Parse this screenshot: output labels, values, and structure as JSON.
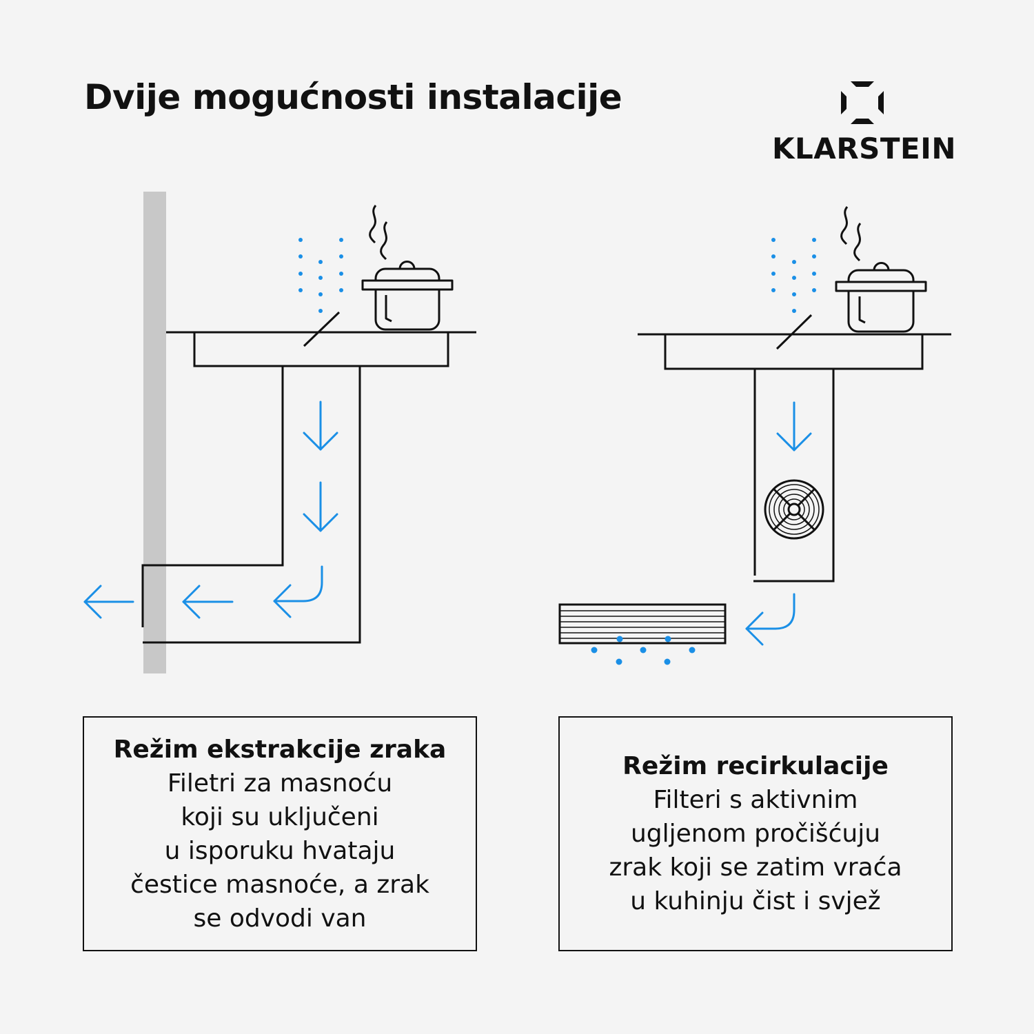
{
  "title": "Dvije mogućnosti instalacije",
  "brand": {
    "name": "KLARSTEIN",
    "icon": "klarstein-diamond-logo"
  },
  "colors": {
    "airflow": "#1a8fe6",
    "wall": "#c8c8c8",
    "line": "#111111",
    "background": "#f4f4f4"
  },
  "modes": [
    {
      "title": "Režim ekstrakcije zraka",
      "description": "Filetri za masnoću\nkoji su uključeni\nu isporuku hvataju\nčestice masnoće, a zrak\nse odvodi van"
    },
    {
      "title": "Režim recirkulacije",
      "description": "Filteri s aktivnim\nugljenom pročišćuju\nzrak koji se zatim vraća\nu kuhinju čist i svjež"
    }
  ]
}
